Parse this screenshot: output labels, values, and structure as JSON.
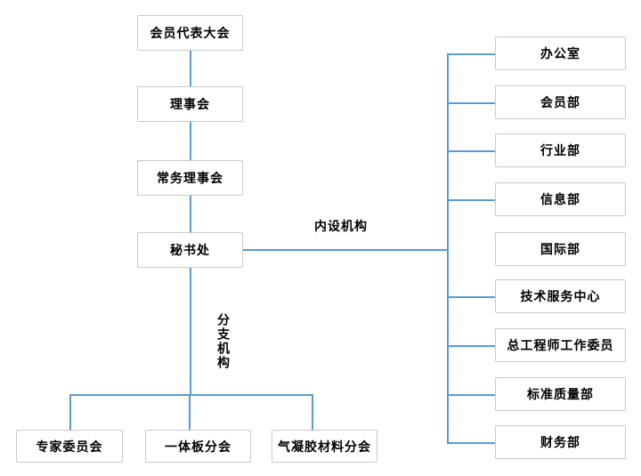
{
  "boxes": {
    "left_chain": [
      "会员代表大会",
      "理事会",
      "常务理事会",
      "秘书处"
    ],
    "right_column": [
      "办公室",
      "会员部",
      "行业部",
      "信息部",
      "国际部",
      "技术服务中心",
      "总工程师工作委员",
      "标准质量部",
      "财务部"
    ],
    "bottom_row": [
      "专家委员会",
      "一体板分会",
      "气凝胶材料分会"
    ]
  },
  "labels": {
    "internal_orgs": "内设机构",
    "branch_orgs": "分支机构"
  },
  "colors": {
    "connector_line": "#5B9BD5",
    "box_border": "#C9C9C9",
    "box_background": "#FFFFFF",
    "text": "#000000"
  }
}
